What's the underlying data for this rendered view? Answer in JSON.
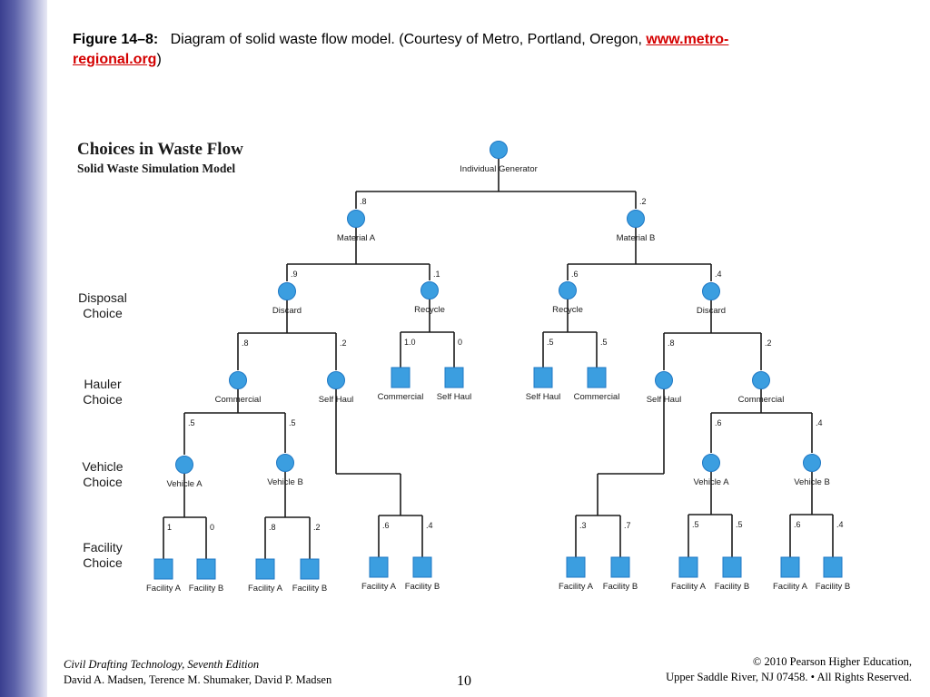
{
  "caption": {
    "figure_label": "Figure 14–8:",
    "text": "Diagram of solid waste flow model. (Courtesy of Metro, Portland, Oregon, ",
    "link_part1": "www.metro-",
    "link_part2": "regional.org",
    "close": ")"
  },
  "diagram": {
    "title": "Choices in Waste Flow",
    "subtitle": "Solid Waste Simulation Model",
    "row_labels": [
      [
        "Disposal",
        "Choice"
      ],
      [
        "Hauler",
        "Choice"
      ],
      [
        "Vehicle",
        "Choice"
      ],
      [
        "Facility",
        "Choice"
      ]
    ],
    "nodes": [
      {
        "id": "gen",
        "label": "Individual  Generator",
        "shape": "circle"
      },
      {
        "id": "matA",
        "label": "Material A",
        "shape": "circle"
      },
      {
        "id": "matB",
        "label": "Material B",
        "shape": "circle"
      },
      {
        "id": "A_discard",
        "label": "Discard",
        "shape": "circle"
      },
      {
        "id": "A_recycle",
        "label": "Recycle",
        "shape": "circle"
      },
      {
        "id": "B_recycle",
        "label": "Recycle",
        "shape": "circle"
      },
      {
        "id": "B_discard",
        "label": "Discard",
        "shape": "circle"
      },
      {
        "id": "A_d_comm",
        "label": "Commercial",
        "shape": "circle"
      },
      {
        "id": "A_d_self",
        "label": "Self Haul",
        "shape": "circle"
      },
      {
        "id": "A_r_comm",
        "label": "Commercial",
        "shape": "square"
      },
      {
        "id": "A_r_self",
        "label": "Self Haul",
        "shape": "square"
      },
      {
        "id": "B_r_self",
        "label": "Self Haul",
        "shape": "square"
      },
      {
        "id": "B_r_comm",
        "label": "Commercial",
        "shape": "square"
      },
      {
        "id": "B_d_self",
        "label": "Self Haul",
        "shape": "circle"
      },
      {
        "id": "B_d_comm",
        "label": "Commercial",
        "shape": "circle"
      },
      {
        "id": "A_vA",
        "label": "Vehicle A",
        "shape": "circle"
      },
      {
        "id": "A_vB",
        "label": "Vehicle B",
        "shape": "circle"
      },
      {
        "id": "B_vA",
        "label": "Vehicle A",
        "shape": "circle"
      },
      {
        "id": "B_vB",
        "label": "Vehicle B",
        "shape": "circle"
      },
      {
        "id": "f1",
        "label": "Facility A",
        "shape": "square"
      },
      {
        "id": "f2",
        "label": "Facility B",
        "shape": "square"
      },
      {
        "id": "f3",
        "label": "Facility A",
        "shape": "square"
      },
      {
        "id": "f4",
        "label": "Facility B",
        "shape": "square"
      },
      {
        "id": "f5",
        "label": "Facility A",
        "shape": "square"
      },
      {
        "id": "f6",
        "label": "Facility B",
        "shape": "square"
      },
      {
        "id": "f7",
        "label": "Facility A",
        "shape": "square"
      },
      {
        "id": "f8",
        "label": "Facility B",
        "shape": "square"
      },
      {
        "id": "f9",
        "label": "Facility A",
        "shape": "square"
      },
      {
        "id": "f10",
        "label": "Facility B",
        "shape": "square"
      },
      {
        "id": "f11",
        "label": "Facility A",
        "shape": "square"
      },
      {
        "id": "f12",
        "label": "Facility B",
        "shape": "square"
      }
    ],
    "edges": [
      {
        "from": "gen",
        "to": "matA",
        "prob": ".8"
      },
      {
        "from": "gen",
        "to": "matB",
        "prob": ".2"
      },
      {
        "from": "matA",
        "to": "A_discard",
        "prob": ".9"
      },
      {
        "from": "matA",
        "to": "A_recycle",
        "prob": ".1"
      },
      {
        "from": "matB",
        "to": "B_recycle",
        "prob": ".6"
      },
      {
        "from": "matB",
        "to": "B_discard",
        "prob": ".4"
      },
      {
        "from": "A_discard",
        "to": "A_d_comm",
        "prob": ".8"
      },
      {
        "from": "A_discard",
        "to": "A_d_self",
        "prob": ".2"
      },
      {
        "from": "A_recycle",
        "to": "A_r_comm",
        "prob": "1.0"
      },
      {
        "from": "A_recycle",
        "to": "A_r_self",
        "prob": "0"
      },
      {
        "from": "B_recycle",
        "to": "B_r_self",
        "prob": ".5"
      },
      {
        "from": "B_recycle",
        "to": "B_r_comm",
        "prob": ".5"
      },
      {
        "from": "B_discard",
        "to": "B_d_self",
        "prob": ".8"
      },
      {
        "from": "B_discard",
        "to": "B_d_comm",
        "prob": ".2"
      },
      {
        "from": "A_d_comm",
        "to": "A_vA",
        "prob": ".5"
      },
      {
        "from": "A_d_comm",
        "to": "A_vB",
        "prob": ".5"
      },
      {
        "from": "B_d_comm",
        "to": "B_vA",
        "prob": ".6"
      },
      {
        "from": "B_d_comm",
        "to": "B_vB",
        "prob": ".4"
      },
      {
        "from": "A_vA",
        "to": "f1",
        "prob": "1"
      },
      {
        "from": "A_vA",
        "to": "f2",
        "prob": "0"
      },
      {
        "from": "A_vB",
        "to": "f3",
        "prob": ".8"
      },
      {
        "from": "A_vB",
        "to": "f4",
        "prob": ".2"
      },
      {
        "from": "A_d_self",
        "to": "f5",
        "prob": ".6"
      },
      {
        "from": "A_d_self",
        "to": "f6",
        "prob": ".4"
      },
      {
        "from": "B_d_self",
        "to": "f7",
        "prob": ".3"
      },
      {
        "from": "B_d_self",
        "to": "f8",
        "prob": ".7"
      },
      {
        "from": "B_vA",
        "to": "f9",
        "prob": ".5"
      },
      {
        "from": "B_vA",
        "to": "f10",
        "prob": ".5"
      },
      {
        "from": "B_vB",
        "to": "f11",
        "prob": ".6"
      },
      {
        "from": "B_vB",
        "to": "f12",
        "prob": ".4"
      }
    ],
    "colors": {
      "node_fill": "#3b9ee0",
      "node_stroke": "#1f78c4",
      "line": "#1a1a1a"
    }
  },
  "footer": {
    "book_title": "Civil Drafting Technology, Seventh Edition",
    "authors": "David A. Madsen, Terence M. Shumaker, David P. Madsen",
    "page_number": "10",
    "copyright_line1": "© 2010 Pearson Higher Education,",
    "copyright_line2": "Upper Saddle River, NJ 07458. • All Rights Reserved."
  }
}
